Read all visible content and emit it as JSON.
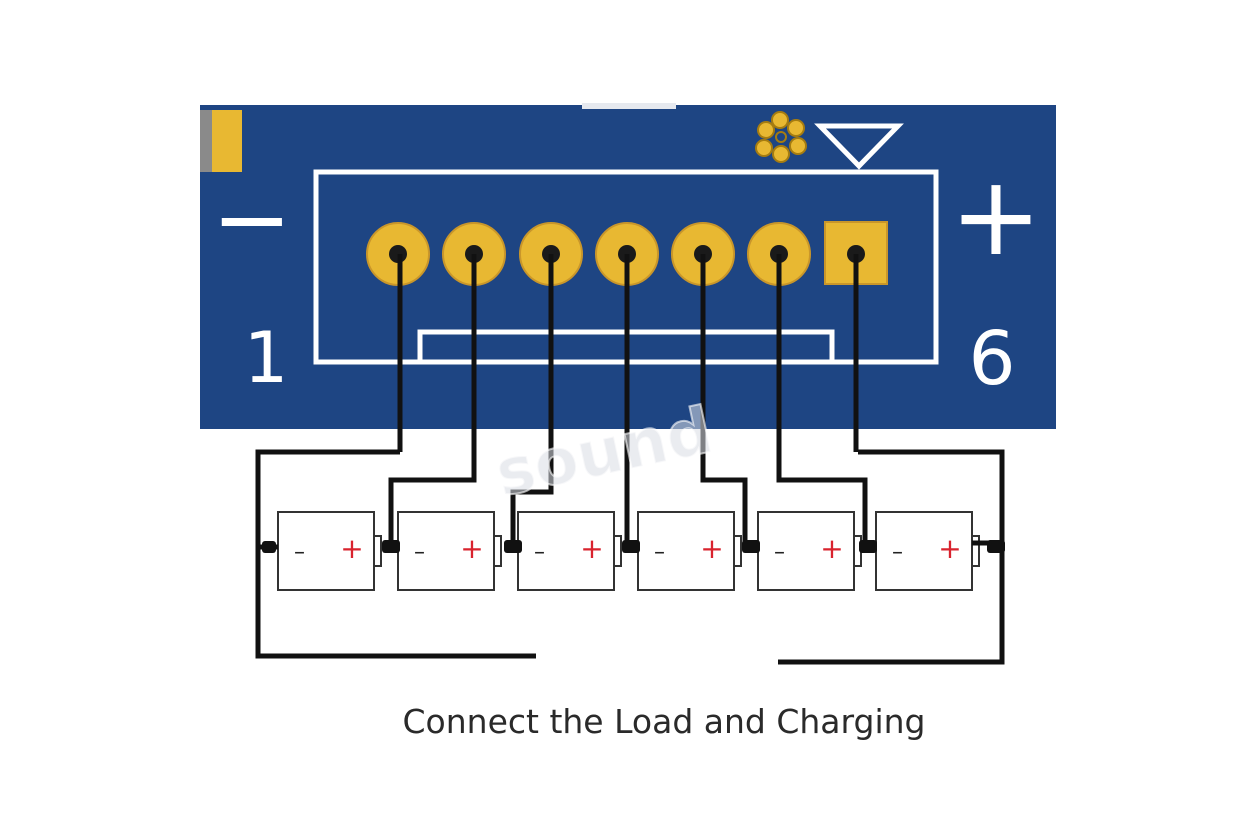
{
  "board": {
    "minus_label": "−",
    "plus_label": "+",
    "start_number": "1",
    "end_number": "6",
    "color": "#1e4583",
    "pad_color": "#e8b832",
    "pad_count": 7
  },
  "cells": {
    "count": 6,
    "negative_label": "–",
    "positive_label": "+",
    "positive_color": "#d9232e"
  },
  "caption": "Connect the Load and Charging",
  "watermark": "sound"
}
